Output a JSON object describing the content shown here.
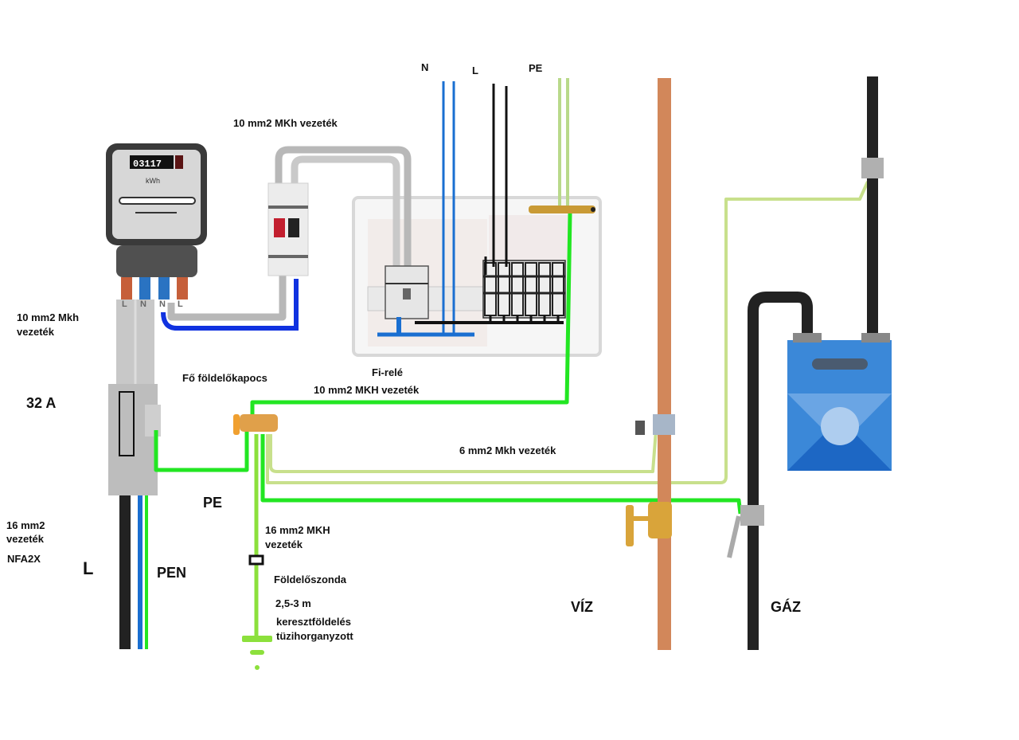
{
  "title": "Villamos fogyasztásmérő, EPH és földelés bekötési rajz",
  "colors": {
    "pe_green": "#22e622",
    "pe_pale": "#c8e08c",
    "neutral_blue": "#1a6fd1",
    "neutral_dark_blue": "#1032e0",
    "phase_black": "#111111",
    "mkh_grey": "#b8b8b8",
    "copper": "#d2875a",
    "brass": "#d9a43a",
    "gas_meter_blue": "#3b88d8"
  },
  "labels": {
    "supply_N": "N",
    "supply_L": "L",
    "supply_PE": "PE",
    "meter_to_breaker_cable": "10 mm2 MKh vezeték",
    "meter_left_cable_line1": "10 mm2 Mkh",
    "meter_left_cable_line2": "vezeték",
    "main_fuse": "32 A",
    "main_earth_terminal": "Fő földelőkapocs",
    "rcd": "Fi-relé",
    "panel_pe_cable": "10 mm2 MKH vezeték",
    "bonding_cable": "6 mm2 Mkh vezeték",
    "pe_short": "PE",
    "service_cable_line1": "16 mm2",
    "service_cable_line2": "vezeték",
    "service_cable_type": "NFA2X",
    "service_L": "L",
    "service_PEN": "PEN",
    "earth_cable_line1": "16 mm2 MKH",
    "earth_cable_line2": "vezeték",
    "earth_probe": "Földelőszonda",
    "probe_length": "2,5-3 m",
    "probe_type_line1": "keresztföldelés",
    "probe_type_line2": "tüzihorganyzott",
    "water": "VÍZ",
    "gas": "GÁZ"
  },
  "meter": {
    "reading": "03117",
    "unit": "kWh",
    "terminals": [
      "L",
      "N",
      "N",
      "L"
    ]
  },
  "icons": {
    "electricity_meter": "electricity-meter-icon",
    "main_breaker": "two-pole-breaker-icon",
    "distribution_board": "distribution-board-icon",
    "rcd": "rcd-icon",
    "mcb_row": "mcb-row-icon",
    "earth_bar": "earth-bar-icon",
    "main_earth_terminal": "earth-terminal-icon",
    "fuse_box": "fuse-box-icon",
    "earth_probe": "earth-probe-icon",
    "water_pipe": "water-pipe-icon",
    "water_valve": "water-valve-icon",
    "gas_pipe": "gas-pipe-icon",
    "gas_valve": "gas-valve-icon",
    "gas_meter": "gas-meter-icon",
    "pipe_clamp": "pipe-clamp-icon"
  }
}
